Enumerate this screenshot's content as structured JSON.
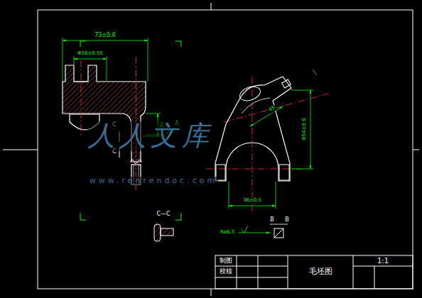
{
  "diagram": {
    "nodes": [
      {
        "text": [
          "制图"
        ]
      },
      {
        "text": [
          "校核"
        ]
      },
      {
        "text": [
          "毛坯图"
        ]
      },
      {
        "text": [
          "1:1"
        ]
      }
    ],
    "labels": [
      "73±0.6",
      "Φ16±0.55",
      "30",
      "C",
      "C",
      "C—C",
      "B",
      "B",
      "A",
      "Φ54±0.6",
      "36±0.5",
      "45",
      "Ra6.3",
      "人人文库",
      "www.renrendoc.com"
    ]
  }
}
